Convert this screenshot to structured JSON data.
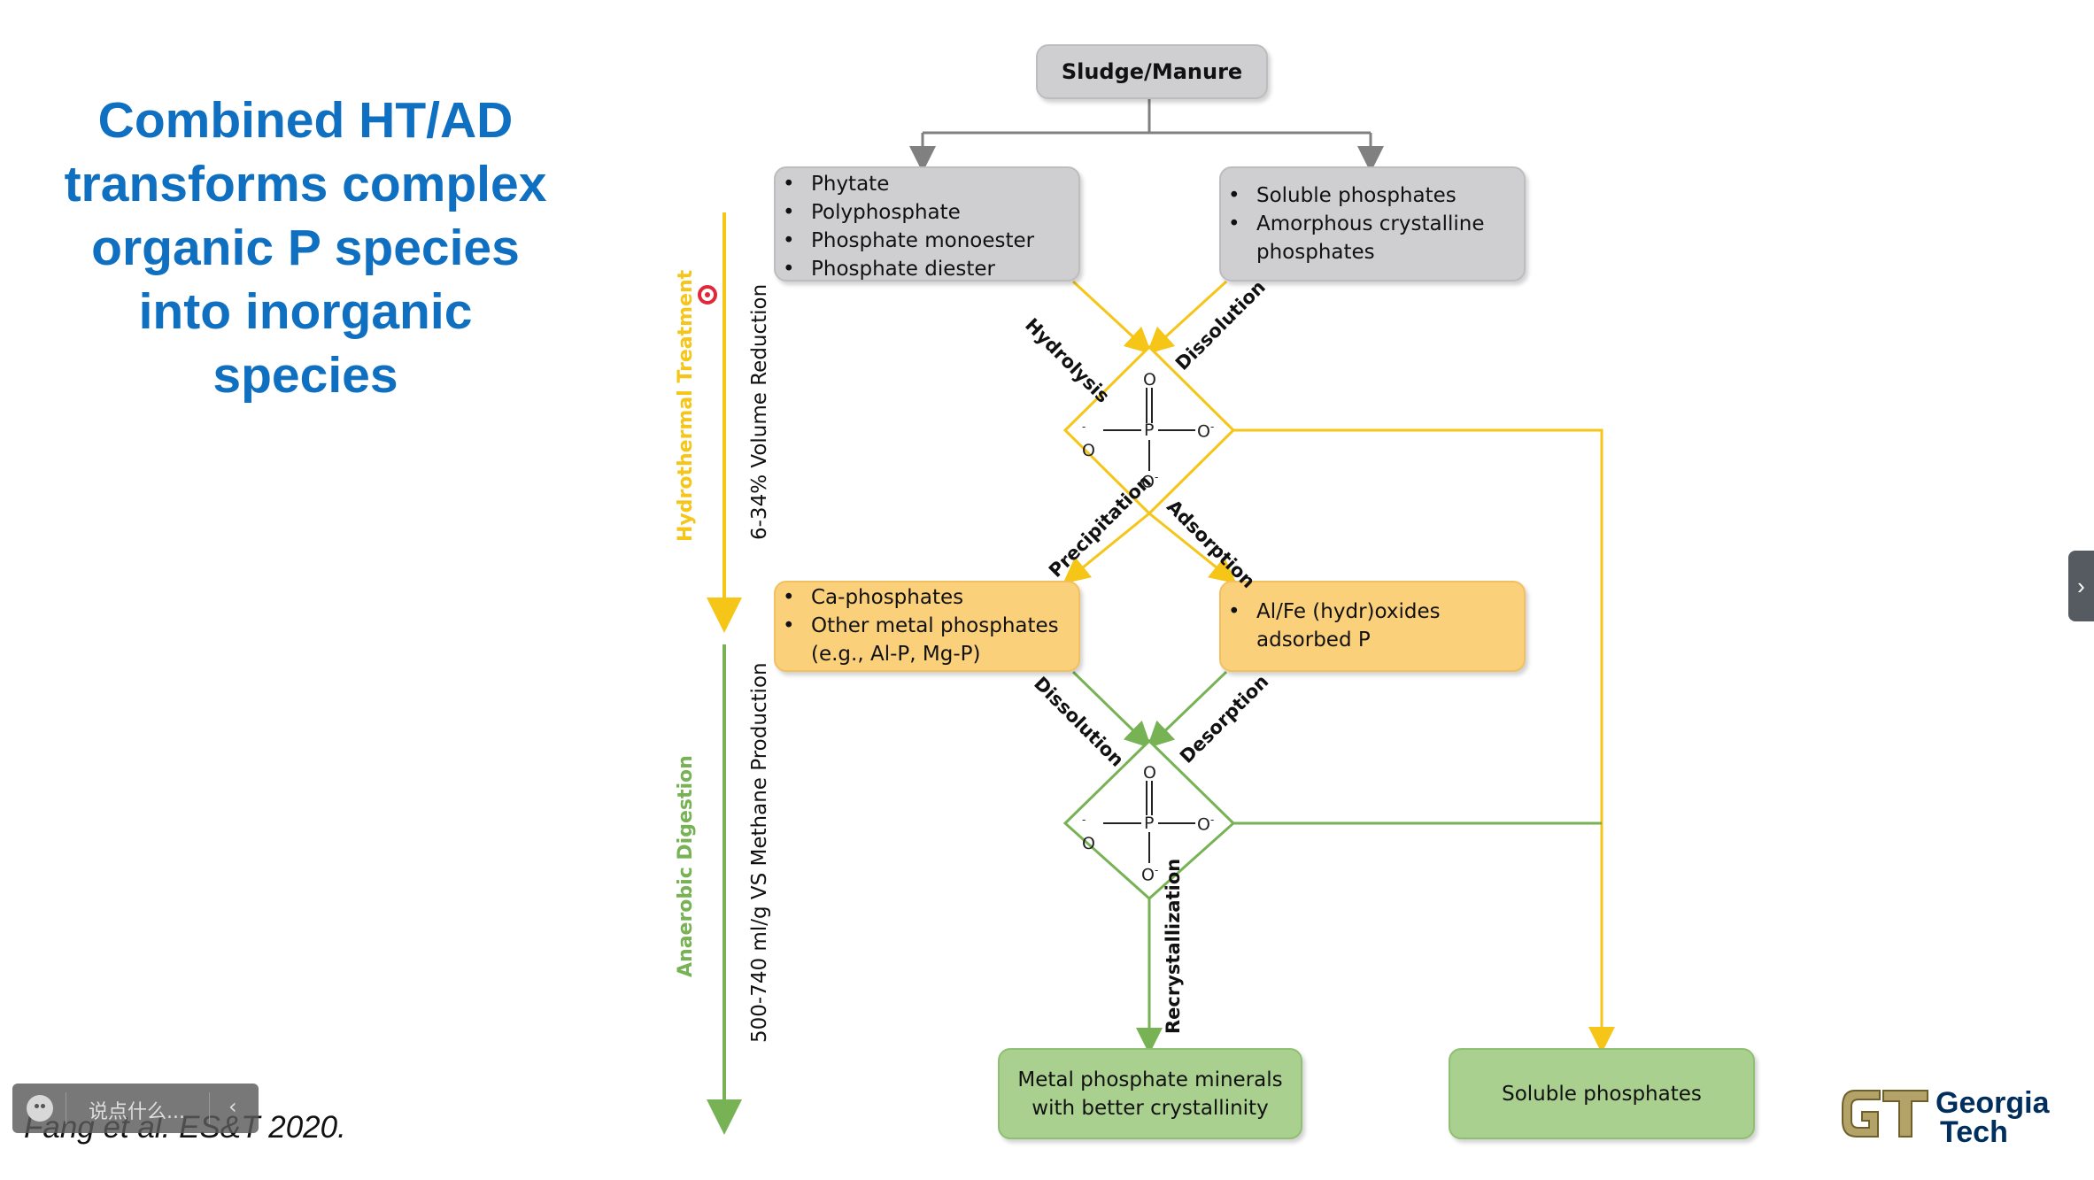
{
  "slide": {
    "title_lines": [
      "Combined HT/AD",
      "transforms complex",
      "organic P species",
      "into inorganic",
      "species"
    ],
    "citation": "Fang et al. ES&T 2020."
  },
  "diagram": {
    "top": "Sludge/Manure",
    "organic_items": [
      "Phytate",
      "Polyphosphate",
      "Phosphate monoester",
      "Phosphate diester"
    ],
    "soluble_items": [
      "Soluble phosphates",
      "Amorphous crystalline phosphates"
    ],
    "ca_items": [
      "Ca-phosphates",
      "Other metal phosphates (e.g., Al-P, Mg-P)"
    ],
    "alfe_items": [
      "Al/Fe (hydr)oxides adsorbed P"
    ],
    "metal_final": "Metal phosphate minerals with better crystallinity",
    "soluble_final": "Soluble phosphates",
    "edges": {
      "hydrolysis": "Hydrolysis",
      "dissolution1": "Dissolution",
      "precipitation": "Precipitation",
      "adsorption": "Adsorption",
      "dissolution2": "Dissolution",
      "desorption": "Desorption",
      "recrystallization": "Recrystallization"
    },
    "phosphate": {
      "o_top": "O",
      "p": "P",
      "o_left": "O",
      "o_right": "O",
      "o_bottom": "O",
      "charge": "-"
    },
    "stages": {
      "ht": "Hydrothermal Treatment",
      "ht_note": "6-34% Volume Reduction",
      "ad": "Anaerobic Digestion",
      "ad_note": "500-740 ml/g VS Methane Production"
    },
    "colors": {
      "yellow": "#f5c518",
      "green": "#77b255",
      "gray": "#808080",
      "title_blue": "#0f6fc0"
    }
  },
  "ui": {
    "chat_placeholder": "说点什么...",
    "chat_back": "‹",
    "side_tab": "›",
    "logo_text_1": "Georgia",
    "logo_text_2": "Tech"
  }
}
